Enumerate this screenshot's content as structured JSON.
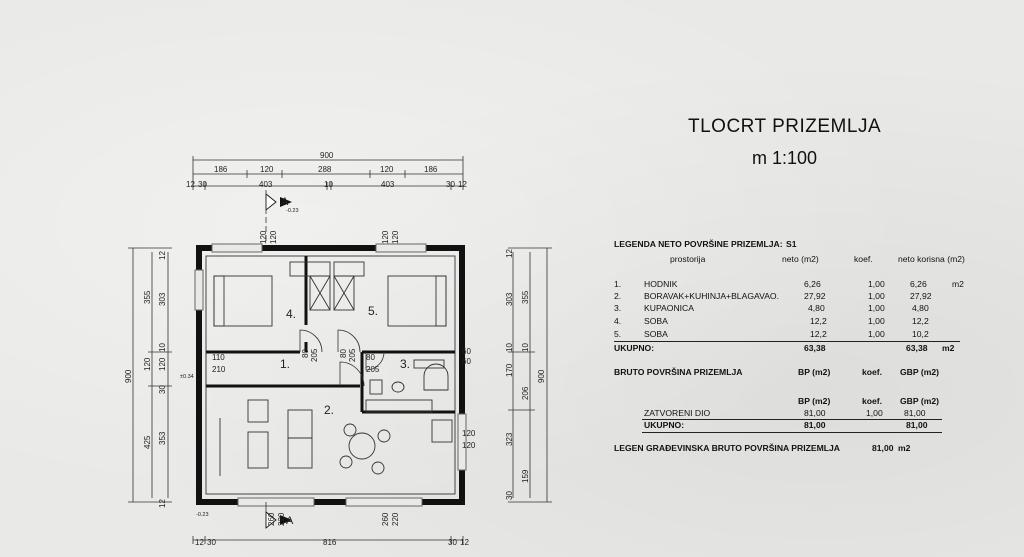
{
  "title": "TLOCRT PRIZEMLJA",
  "scale": "m 1:100",
  "plan": {
    "top_dims_outer": [
      "900"
    ],
    "top_dims_middle": [
      "186",
      "120",
      "288",
      "120",
      "186"
    ],
    "top_dims_inner": [
      "12",
      "30",
      "403",
      "10",
      "403",
      "30",
      "12"
    ],
    "bottom_dims": [
      "12",
      "30",
      "816",
      "30",
      "12"
    ],
    "left_dims": [
      "900",
      "355",
      "303",
      "425",
      "353",
      "120",
      "120",
      "30",
      "10",
      "12",
      "12"
    ],
    "right_dims": [
      "900",
      "355",
      "303",
      "206",
      "170",
      "323",
      "159",
      "30",
      "12",
      "10",
      "10"
    ],
    "section_marker": "A",
    "level_marks": [
      "-0.23",
      "±0.34",
      "-0.23"
    ],
    "room_numbers": [
      "1.",
      "2.",
      "3.",
      "4.",
      "5."
    ],
    "door_labels": [
      "80",
      "205",
      "80",
      "205",
      "80",
      "205",
      "110",
      "210",
      "60",
      "60",
      "120",
      "120",
      "260",
      "220",
      "260",
      "220",
      "120",
      "120",
      "120",
      "120"
    ]
  },
  "legend_neto": {
    "heading": "LEGENDA NETO POVRŠINE PRIZEMLJA:",
    "unit_code": "S1",
    "columns": [
      "prostorija",
      "neto (m2)",
      "koef.",
      "neto korisna (m2)"
    ],
    "rows": [
      {
        "no": "1.",
        "name": "HODNIK",
        "neto": "6,26",
        "koef": "1,00",
        "korisna": "6,26",
        "unit": "m2"
      },
      {
        "no": "2.",
        "name": "BORAVAK+KUHINJA+BLAGAVAO.",
        "neto": "27,92",
        "koef": "1,00",
        "korisna": "27,92",
        "unit": ""
      },
      {
        "no": "3.",
        "name": "KUPAONICA",
        "neto": "4,80",
        "koef": "1,00",
        "korisna": "4,80",
        "unit": ""
      },
      {
        "no": "4.",
        "name": "SOBA",
        "neto": "12,2",
        "koef": "1,00",
        "korisna": "12,2",
        "unit": ""
      },
      {
        "no": "5.",
        "name": "SOBA",
        "neto": "12,2",
        "koef": "1,00",
        "korisna": "10,2",
        "unit": ""
      }
    ],
    "total": {
      "label": "UKUPNO:",
      "neto": "63,38",
      "korisna": "63,38",
      "unit": "m2"
    }
  },
  "legend_bruto": {
    "heading": "BRUTO POVRŠINA PRIZEMLJA",
    "columns": [
      "BP (m2)",
      "koef.",
      "GBP (m2)"
    ],
    "subcolumns": [
      "BP (m2)",
      "koef.",
      "GBP (m2)"
    ],
    "rows": [
      {
        "name": "ZATVORENI DIO",
        "bp": "81,00",
        "koef": "1,00",
        "gbp": "81,00"
      }
    ],
    "total": {
      "label": "UKUPNO:",
      "bp": "81,00",
      "gbp": "81,00"
    }
  },
  "legend_gbp": {
    "label": "LEGEN GRAĐEVINSKA BRUTO POVRŠINA PRIZEMLJA",
    "value": "81,00",
    "unit": "m2"
  }
}
